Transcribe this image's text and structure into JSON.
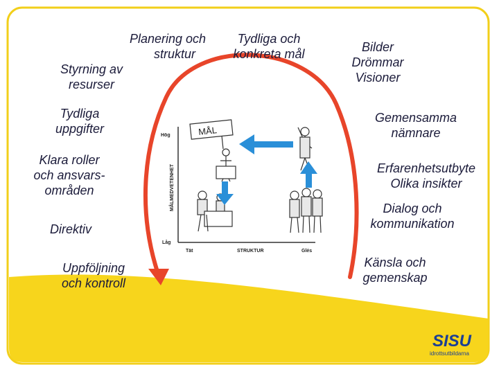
{
  "left_labels": {
    "planering": "Planering och",
    "struktur": "struktur",
    "styrning_1": "Styrning av",
    "styrning_2": "resurser",
    "tydliga_1": "Tydliga",
    "tydliga_2": "uppgifter",
    "klara_1": "Klara roller",
    "klara_2": "och ansvars-",
    "klara_3": "områden",
    "direktiv": "Direktiv",
    "uppfoljning_1": "Uppföljning",
    "uppfoljning_2": "och kontroll"
  },
  "top_labels": {
    "tydliga_mal_1": "Tydliga och",
    "tydliga_mal_2": "konkreta mål",
    "bilder": "Bilder",
    "drommar": "Drömmar",
    "visioner": "Visioner"
  },
  "right_labels": {
    "gemensamma_1": "Gemensamma",
    "gemensamma_2": "nämnare",
    "erfarenhet_1": "Erfarenhetsutbyte",
    "erfarenhet_2": "Olika insikter",
    "dialog_1": "Dialog och",
    "dialog_2": "kommunikation",
    "kansla_1": "Känsla och",
    "kansla_2": "gemenskap"
  },
  "diagram": {
    "y_high": "Hög",
    "y_low": "Låg",
    "y_axis": "MÅLMEDVETENHET",
    "x_left": "Tät",
    "x_mid": "STRUKTUR",
    "x_right": "Glės",
    "sign": "MÅL"
  },
  "logo": {
    "name": "SISU",
    "subtitle": "Idrottsutbildarna"
  },
  "colors": {
    "frame": "#f2cf1a",
    "band": "#f7d51c",
    "arc": "#e8452a",
    "arrow_blue": "#2a8fd8",
    "text": "#1b1b3a"
  }
}
